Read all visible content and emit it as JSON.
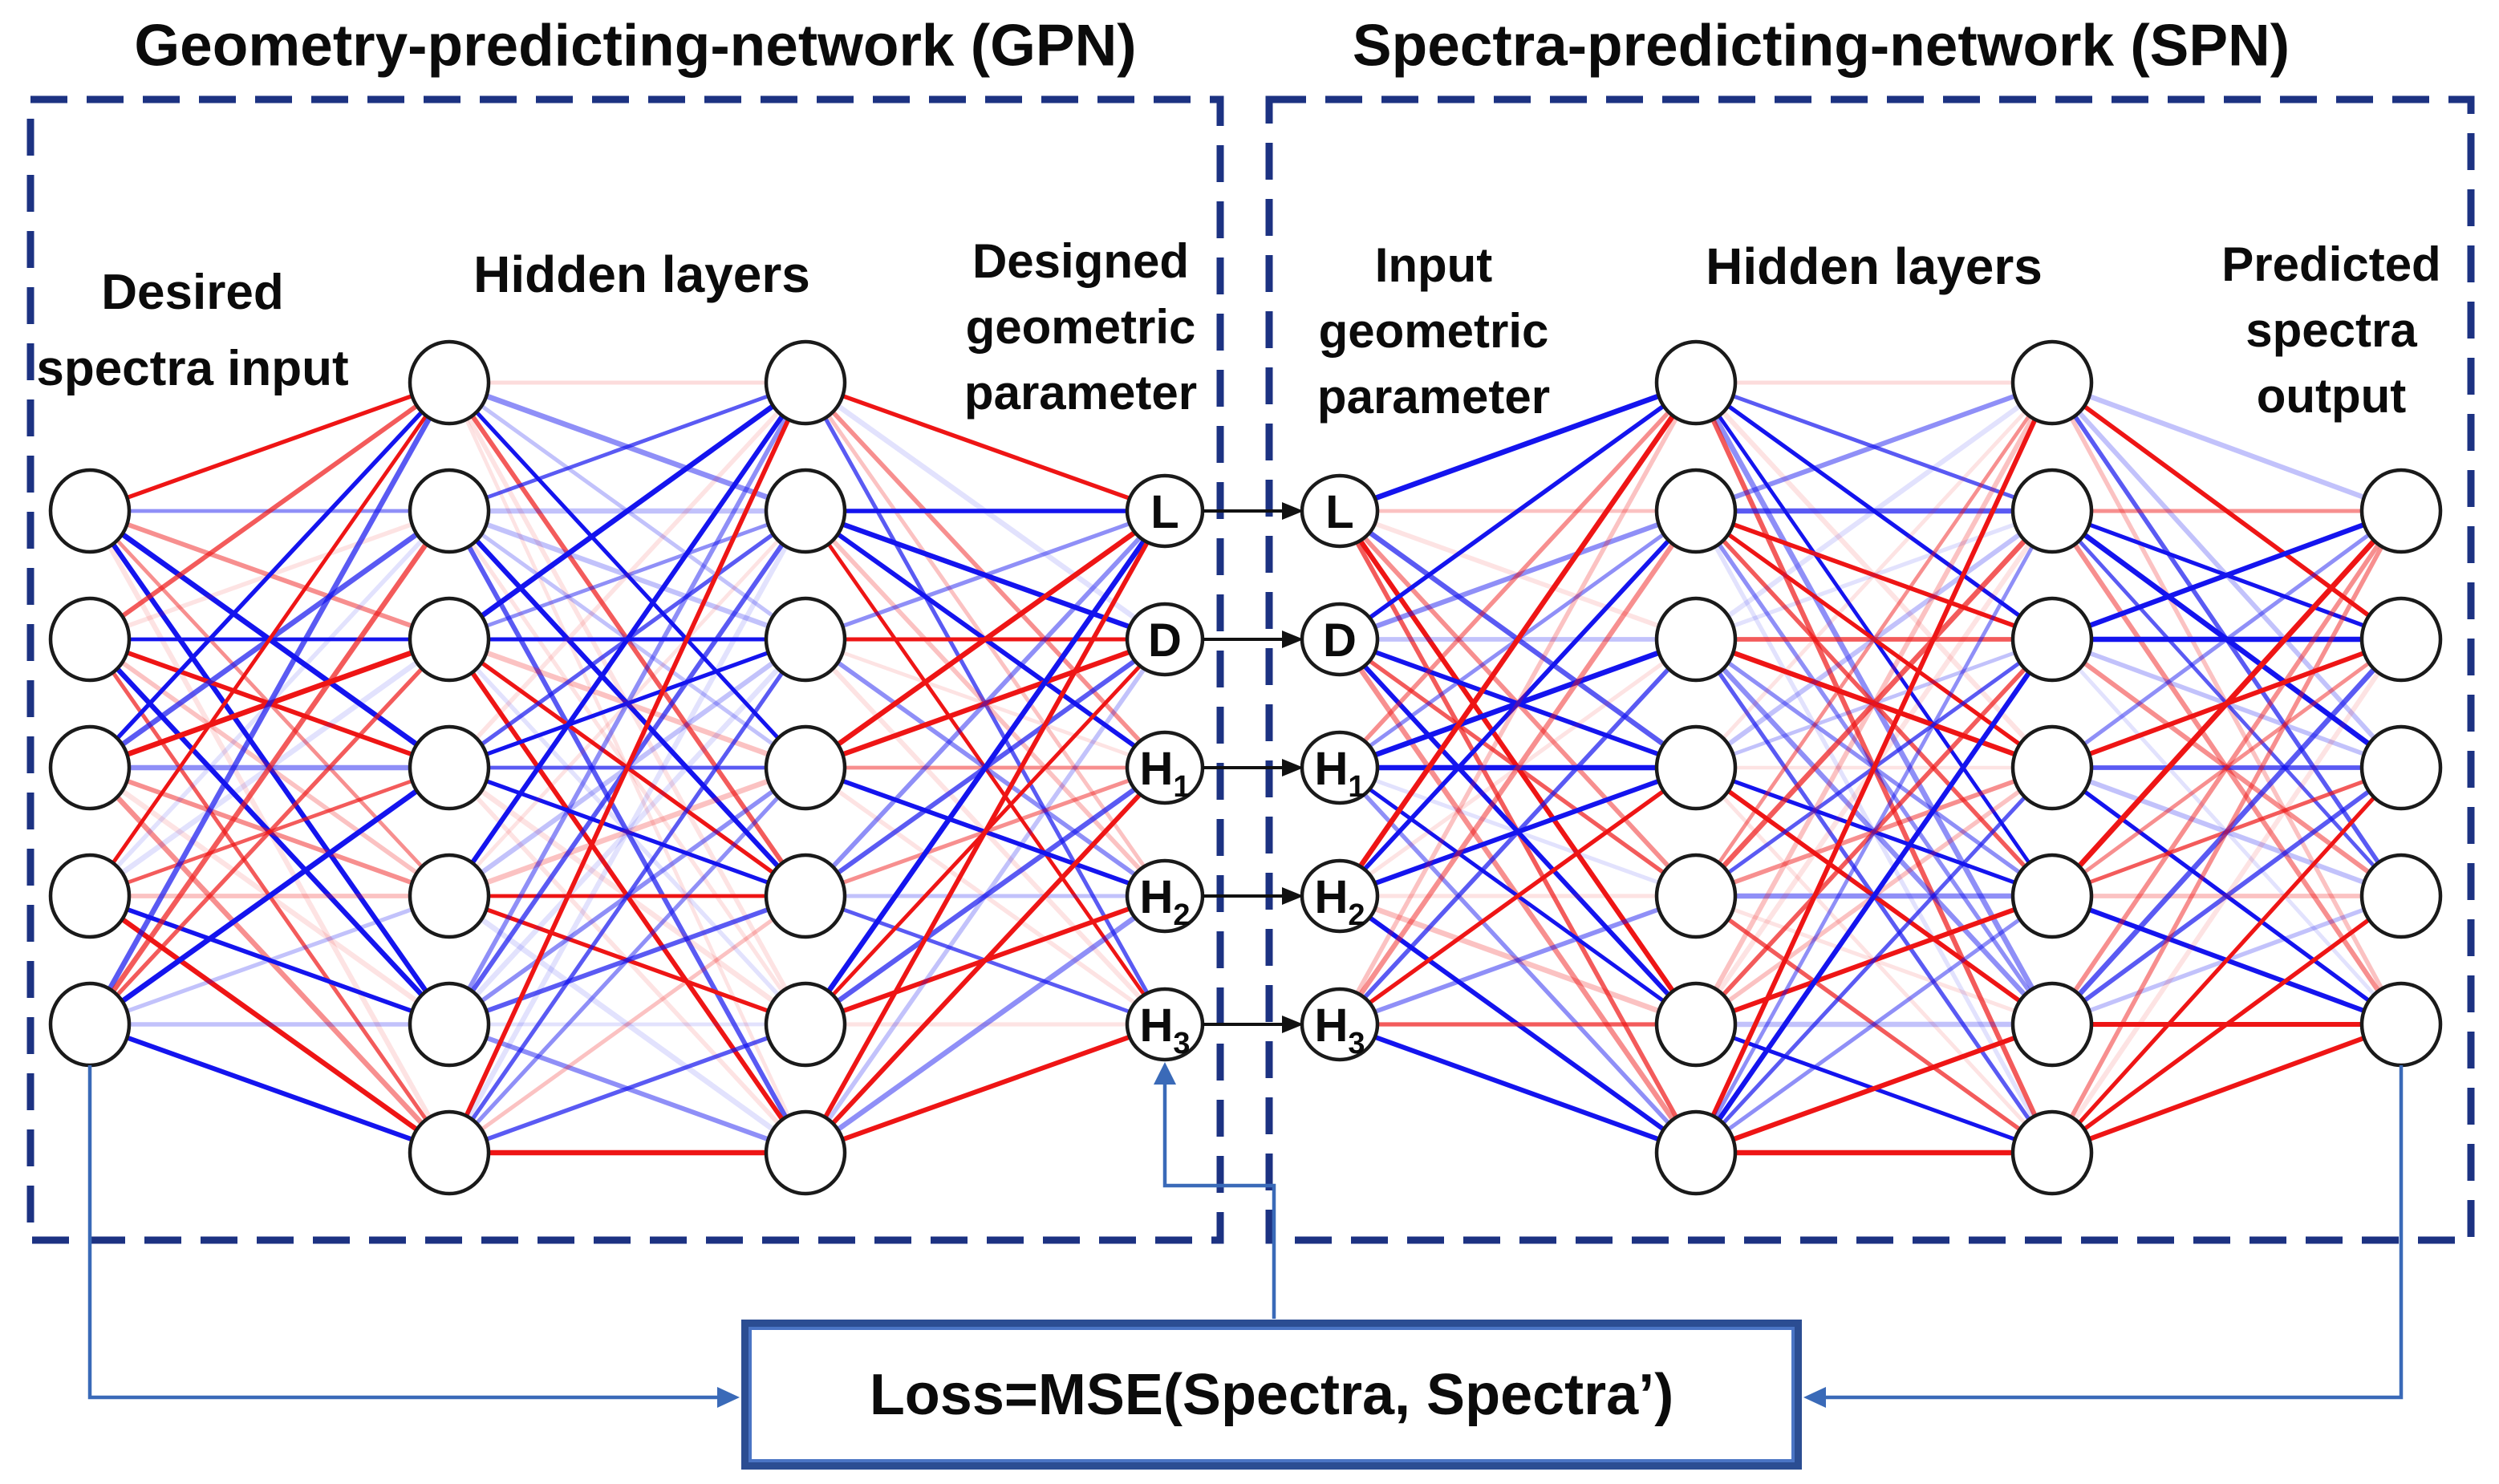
{
  "figure": {
    "gpn": {
      "title": "Geometry-predicting-network (GPN)",
      "input_label_lines": [
        "Desired",
        "spectra input"
      ],
      "hidden_label": "Hidden layers",
      "output_label_lines": [
        "Designed",
        "geometric",
        "parameter"
      ],
      "layer_sizes": [
        5,
        7,
        7,
        5
      ]
    },
    "spn": {
      "title": "Spectra-predicting-network (SPN)",
      "input_label_lines": [
        "Input",
        "geometric",
        "parameter"
      ],
      "hidden_label": "Hidden layers",
      "output_label_lines": [
        "Predicted",
        "spectra",
        "output"
      ],
      "layer_sizes": [
        5,
        7,
        7,
        5
      ]
    },
    "geometric_parameter_labels": [
      {
        "main": "L",
        "sub": ""
      },
      {
        "main": "D",
        "sub": ""
      },
      {
        "main": "H",
        "sub": "1"
      },
      {
        "main": "H",
        "sub": "2"
      },
      {
        "main": "H",
        "sub": "3"
      }
    ],
    "loss": {
      "label": "Loss=MSE(Spectra, Spectra’)"
    },
    "colors": {
      "edge_red": "#ee1515",
      "edge_blue": "#1414ee",
      "dashed_border": "#1c3282",
      "feedback_arrow": "#3a6ab8",
      "loss_border": "#2b4d92",
      "loss_border_inner": "#4a74c4",
      "node_fill": "#ffffff",
      "node_stroke": "#1a1a1a",
      "connector_black": "#111111",
      "text": "#0b0b0b"
    }
  }
}
